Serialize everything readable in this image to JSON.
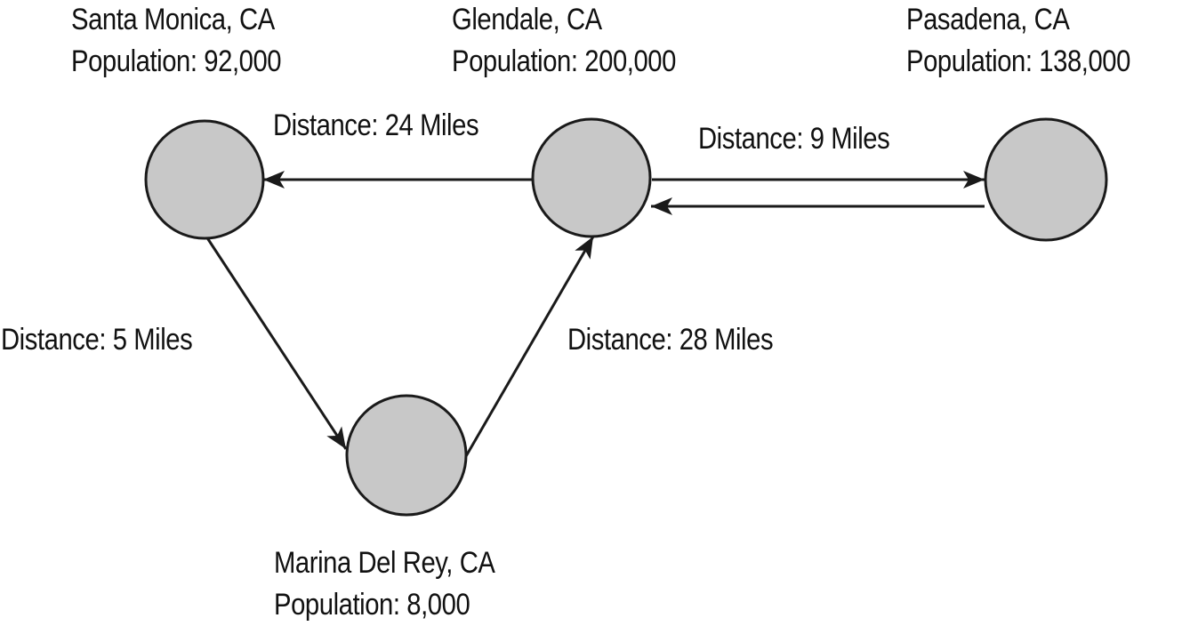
{
  "nodes": {
    "santa_monica": {
      "name": "Santa Monica, CA",
      "population": "Population: 92,000"
    },
    "glendale": {
      "name": "Glendale, CA",
      "population": "Population: 200,000"
    },
    "pasadena": {
      "name": "Pasadena, CA",
      "population": "Population: 138,000"
    },
    "marina_del_rey": {
      "name": "Marina Del Rey, CA",
      "population": "Population: 8,000"
    }
  },
  "edges": {
    "glendale_santa_monica": "Distance: 24 Miles",
    "glendale_pasadena": "Distance: 9 Miles",
    "santa_monica_marina": "Distance: 5 Miles",
    "marina_glendale": "Distance: 28 Miles"
  },
  "colors": {
    "node_fill": "#c8c8c8",
    "node_stroke": "#1a1a1a",
    "edge_stroke": "#1a1a1a",
    "text": "#111111"
  }
}
